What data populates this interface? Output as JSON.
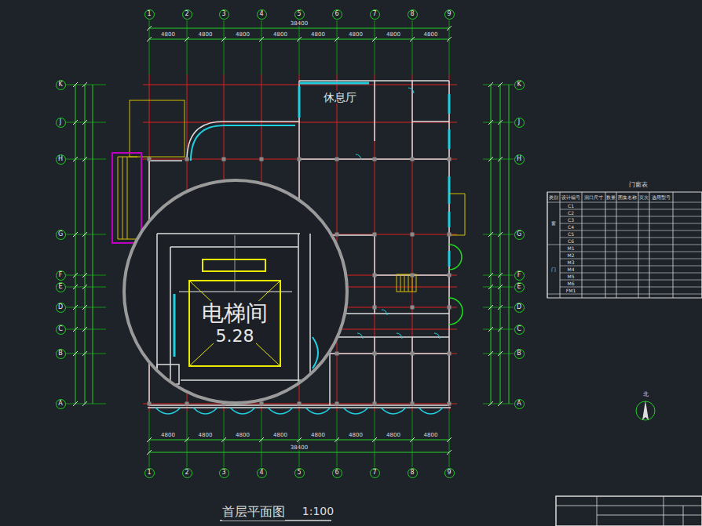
{
  "diagram": {
    "title": "首层平面图",
    "nodes": [
      {
        "text": [
          "1"
        ]
      },
      {
        "text": [
          "2"
        ]
      },
      {
        "text": [
          "3"
        ]
      },
      {
        "text": [
          "4"
        ]
      },
      {
        "text": [
          "5"
        ]
      },
      {
        "text": [
          "6"
        ]
      },
      {
        "text": [
          "7"
        ]
      },
      {
        "text": [
          "8"
        ]
      },
      {
        "text": [
          "9"
        ]
      },
      {
        "text": [
          "K"
        ]
      },
      {
        "text": [
          "J"
        ]
      },
      {
        "text": [
          "H"
        ]
      },
      {
        "text": [
          "G"
        ]
      },
      {
        "text": [
          "F"
        ]
      },
      {
        "text": [
          "E"
        ]
      },
      {
        "text": [
          "D"
        ]
      },
      {
        "text": [
          "C"
        ]
      },
      {
        "text": [
          "B"
        ]
      },
      {
        "text": [
          "A"
        ]
      },
      {
        "text": [
          "K"
        ]
      },
      {
        "text": [
          "J"
        ]
      },
      {
        "text": [
          "H"
        ]
      },
      {
        "text": [
          "G"
        ]
      },
      {
        "text": [
          "F"
        ]
      },
      {
        "text": [
          "E"
        ]
      },
      {
        "text": [
          "D"
        ]
      },
      {
        "text": [
          "C"
        ]
      },
      {
        "text": [
          "B"
        ]
      },
      {
        "text": [
          "A"
        ]
      },
      {
        "text": [
          "休息厅"
        ]
      },
      {
        "text": [
          "电梯间",
          "5.28"
        ]
      },
      {
        "text": [
          "1"
        ]
      },
      {
        "text": [
          "2"
        ]
      },
      {
        "text": [
          "3"
        ]
      },
      {
        "text": [
          "4"
        ]
      },
      {
        "text": [
          "5"
        ]
      },
      {
        "text": [
          "6"
        ]
      },
      {
        "text": [
          "7"
        ]
      },
      {
        "text": [
          "8"
        ]
      },
      {
        "text": [
          "9"
        ]
      }
    ],
    "labels": [
      "38400",
      "4800",
      "4800",
      "4800",
      "4800",
      "4800",
      "4800",
      "4800",
      "4800",
      "38400",
      "4800",
      "4800",
      "4800",
      "4800",
      "4800",
      "4800",
      "4800",
      "4800",
      "1:100",
      "门窗表",
      "类别",
      "设计编号",
      "洞口尺寸",
      "数量",
      "图集名称",
      "页次",
      "选用型号",
      "C1",
      "C2",
      "C3",
      "C4",
      "C5",
      "C6",
      "M1",
      "M2",
      "M3",
      "M4",
      "M5",
      "M6",
      "FM1",
      "窗",
      "门",
      "北"
    ]
  }
}
